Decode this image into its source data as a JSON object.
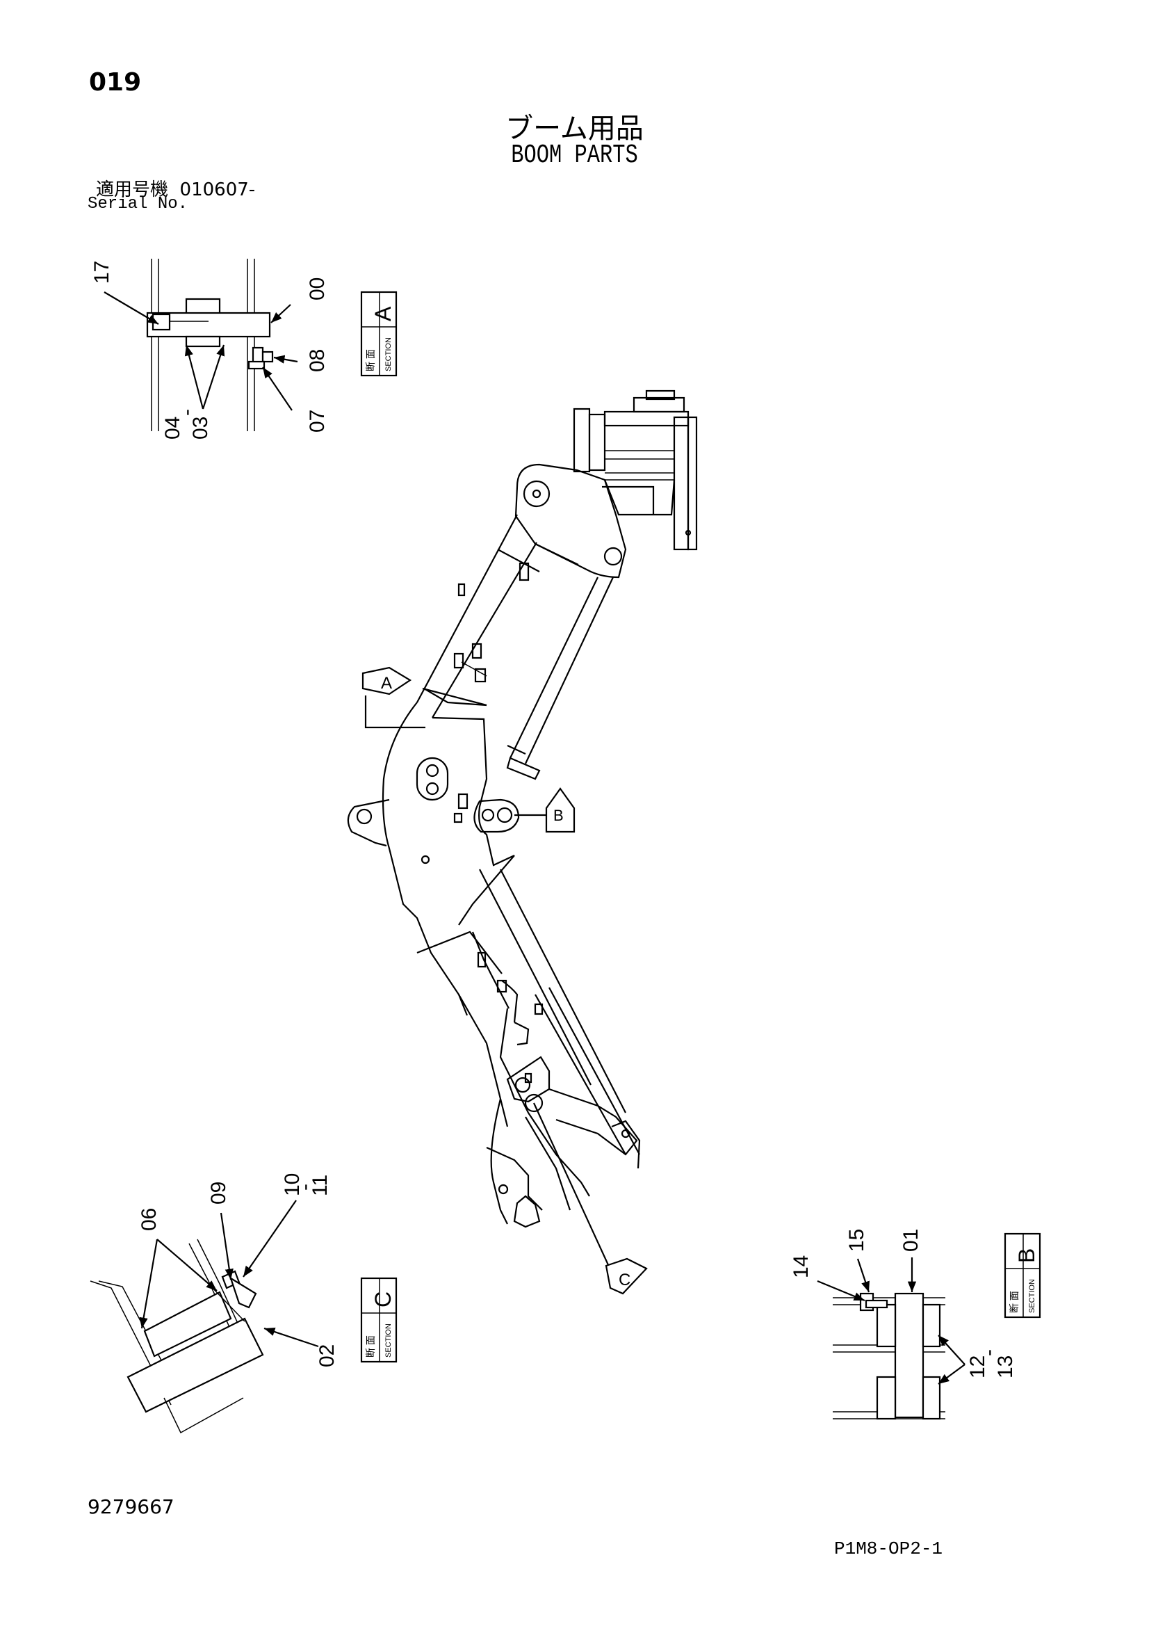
{
  "header": {
    "page_number": "019",
    "title_jp": "ブーム用品",
    "title_en": "BOOM PARTS",
    "serial_label_jp": "適用号機",
    "serial_value": "010607-",
    "serial_label_en": "Serial No."
  },
  "sections": {
    "a": {
      "kanji": "断 面",
      "word": "SECTION",
      "letter": "A",
      "parts": [
        "17",
        "00",
        "08",
        "07",
        "04",
        "-",
        "03"
      ]
    },
    "b": {
      "kanji": "断 面",
      "word": "SECTION",
      "letter": "B",
      "parts": [
        "14",
        "15",
        "01",
        "12",
        "-",
        "13"
      ]
    },
    "c": {
      "kanji": "断 面",
      "word": "SECTION",
      "letter": "C",
      "parts": [
        "06",
        "09",
        "10",
        "-",
        "11",
        "02"
      ]
    }
  },
  "view_markers": [
    "A",
    "B",
    "C"
  ],
  "footer": {
    "doc_code": "9279667",
    "sheet_code": "P1M8-OP2-1"
  }
}
